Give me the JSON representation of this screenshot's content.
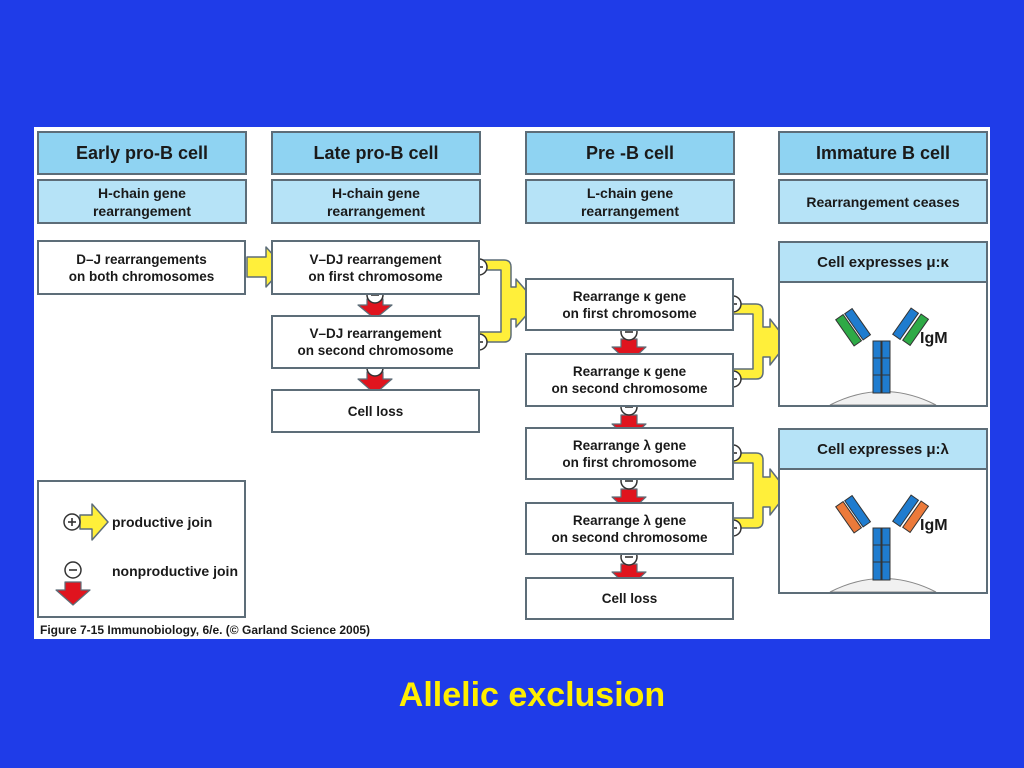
{
  "colors": {
    "background": "#1f3ce8",
    "title": "#ffee00",
    "header_fill": "#8fd3f2",
    "subheader_fill": "#b6e3f7",
    "productive_arrow": "#ffef3a",
    "nonproductive_arrow": "#e0141e",
    "heavy_chain": "#1f7ccf",
    "kappa_light_chain": "#2eaa46",
    "lambda_light_chain": "#ec7a3a"
  },
  "stages": [
    {
      "header": "Early pro-B cell",
      "sub": "H-chain gene\nrearrangement"
    },
    {
      "header": "Late pro-B cell",
      "sub": "H-chain gene\nrearrangement"
    },
    {
      "header": "Pre -B cell",
      "sub": "L-chain gene\nrearrangement"
    },
    {
      "header": "Immature B cell",
      "sub": "Rearrangement ceases"
    }
  ],
  "early": {
    "dj": "D–J  rearrangements\non  both chromosomes"
  },
  "late": {
    "v1": "V–DJ  rearrangement\non  first chromosome",
    "v2": "V–DJ  rearrangement\non  second chromosome",
    "loss": "Cell loss"
  },
  "pre": {
    "k1": "Rearrange κ  gene\non  first chromosome",
    "k2": "Rearrange κ  gene\non  second chromosome",
    "l1": "Rearrange λ  gene\non  first chromosome",
    "l2": "Rearrange λ  gene\non  second chromosome",
    "loss": "Cell  loss"
  },
  "immature": {
    "kappa_header": "Cell expresses μ:κ",
    "lambda_header": "Cell expresses μ:λ",
    "igm_label": "IgM"
  },
  "legend": {
    "productive": "productive join",
    "nonproductive": "nonproductive join",
    "plus_icon": "plus-icon",
    "minus_icon": "minus-icon"
  },
  "caption": "Figure 7-15  Immunobiology, 6/e. (© Garland Science 2005)",
  "title": "Allelic exclusion"
}
